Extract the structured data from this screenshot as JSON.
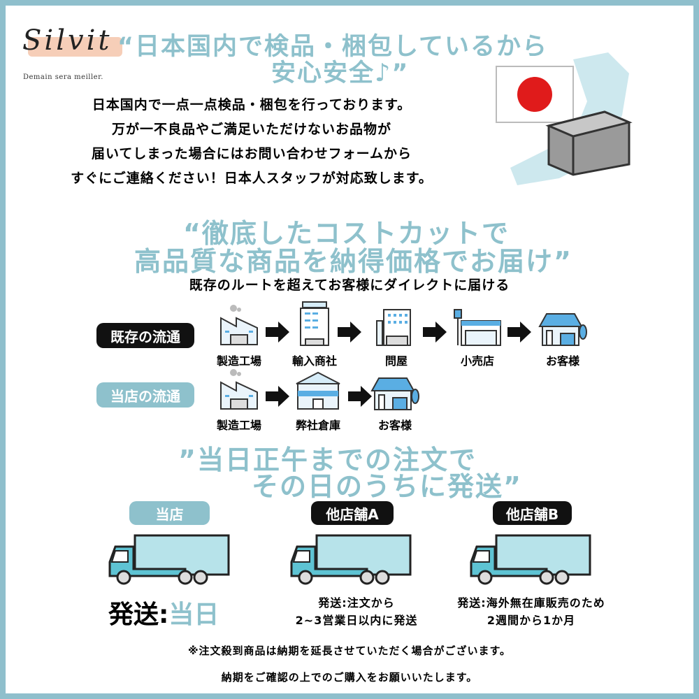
{
  "logo": {
    "brand": "Silvit",
    "tagline": "Demain sera meiller."
  },
  "section1": {
    "heading_line1": "“日本国内で検品・梱包しているから",
    "heading_line2": "安心安全♪”",
    "body": [
      "日本国内で一点一点検品・梱包を行っております。",
      "万が一不良品やご満足いただけないお品物が",
      "届いてしまった場合にはお問い合わせフォームから",
      "すぐにご連絡ください！日本人スタッフが対応致します。"
    ]
  },
  "section2": {
    "heading_line1": "“徹底したコストカットで",
    "heading_line2": "高品質な商品を納得価格でお届け”",
    "subtitle": "既存のルートを超えてお客様にダイレクトに届ける",
    "existing": {
      "label": "既存の流通",
      "steps": [
        "製造工場",
        "輸入商社",
        "問屋",
        "小売店",
        "お客様"
      ]
    },
    "ours": {
      "label": "当店の流通",
      "steps": [
        "製造工場",
        "弊社倉庫",
        "お客様"
      ]
    }
  },
  "section3": {
    "heading_line1": "”当日正午までの注文で",
    "heading_line2": "その日のうちに発送”",
    "shops": [
      {
        "badge": "当店",
        "prefix": "発送:",
        "value": "当日"
      },
      {
        "badge": "他店舗A",
        "line1": "発送:注文から",
        "line2": "2~3営業日以内に発送"
      },
      {
        "badge": "他店舗B",
        "line1": "発送:海外無在庫販売のため",
        "line2": "2週間から1か月"
      }
    ]
  },
  "notes": [
    "※注文殺到商品は納期を延長させていただく場合がございます。",
    "納期をご確認の上でのご購入をお願いいたします。"
  ],
  "colors": {
    "accent": "#8ec1cc",
    "frame": "#8fbfcc",
    "dark": "#111111",
    "truck": "#5ec3d3",
    "truck_box": "#b7e3ea"
  }
}
